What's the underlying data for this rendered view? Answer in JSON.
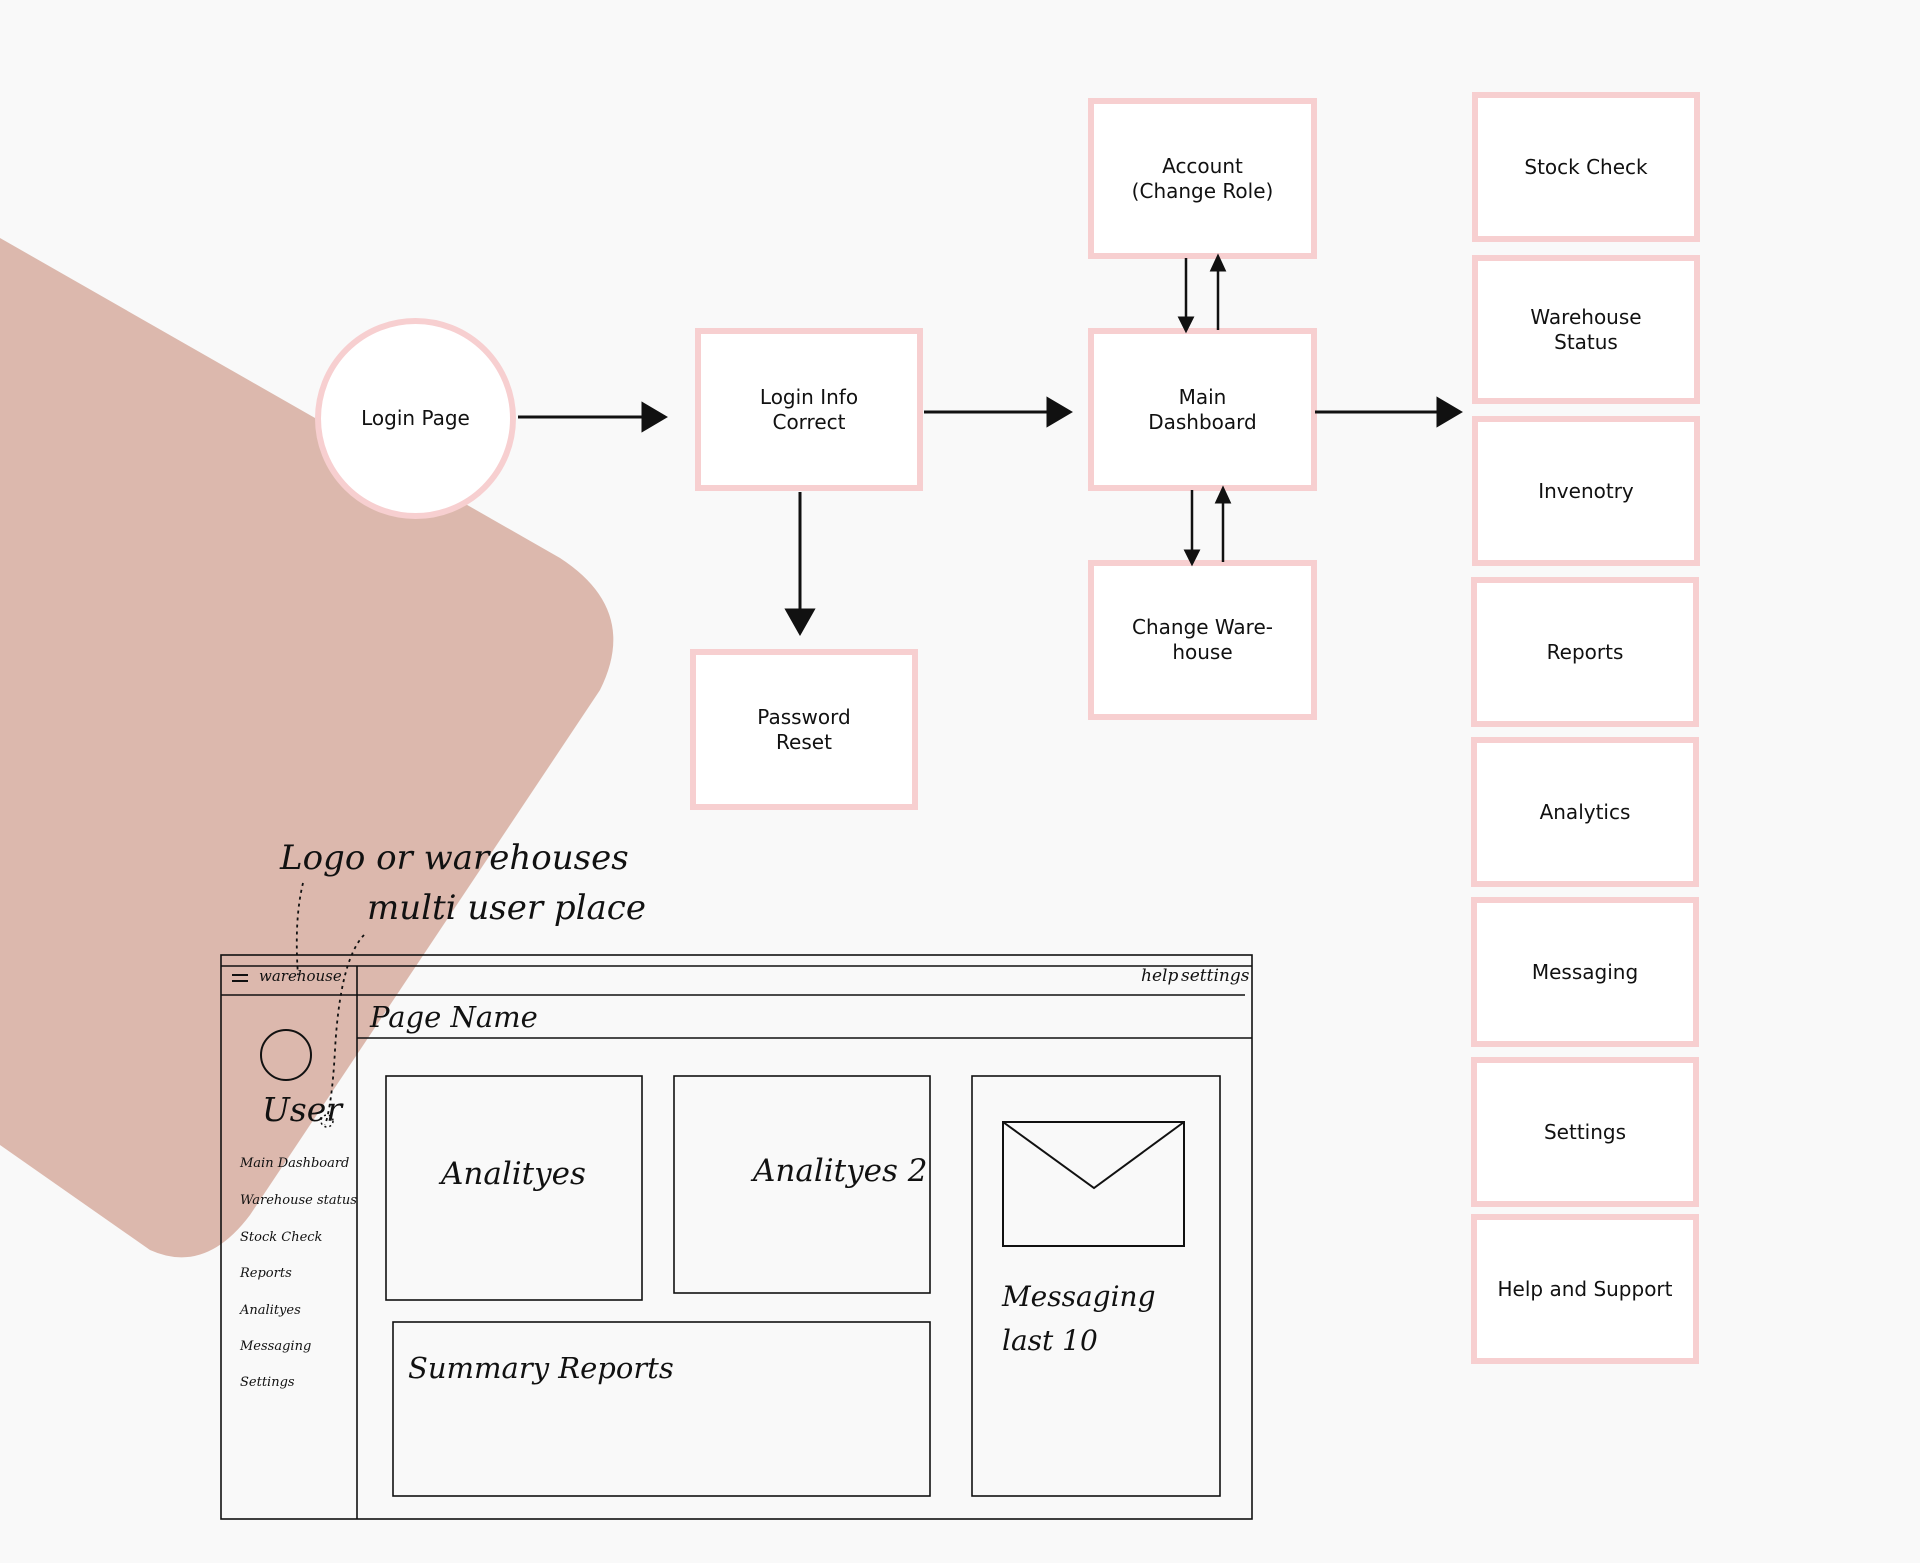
{
  "flow": {
    "login_page": "Login Page",
    "login_info_correct": "Login Info\nCorrect",
    "password_reset": "Password\nReset",
    "main_dashboard": "Main\nDashboard",
    "account_change_role": "Account\n(Change Role)",
    "change_warehouse": "Change Ware-\nhouse",
    "menu": [
      "Stock Check",
      "Warehouse\nStatus",
      "Invenotry",
      "Reports",
      "Analytics",
      "Messaging",
      "Settings",
      "Help and Support"
    ]
  },
  "wireframe": {
    "note_logo": "Logo or warehouses",
    "note_multi_user": "multi user place",
    "brand": "warehouse",
    "top_links": {
      "help": "help",
      "settings": "settings"
    },
    "page_name": "Page Name",
    "user": "User",
    "sidebar": [
      "Main Dashboard",
      "Warehouse status",
      "Stock Check",
      "Reports",
      "Analityes",
      "Messaging",
      "Settings"
    ],
    "cards": {
      "analytics_1": "Analityes",
      "analytics_2": "Analityes 2",
      "summary_reports": "Summary Reports",
      "messaging": "Messaging",
      "messaging_sub": "last 10"
    }
  },
  "colors": {
    "background": "#f9f9f9",
    "blob": "#dcb8ad",
    "node_border": "#f7cfd0",
    "node_fill": "#ffffff",
    "ink": "#111111"
  }
}
